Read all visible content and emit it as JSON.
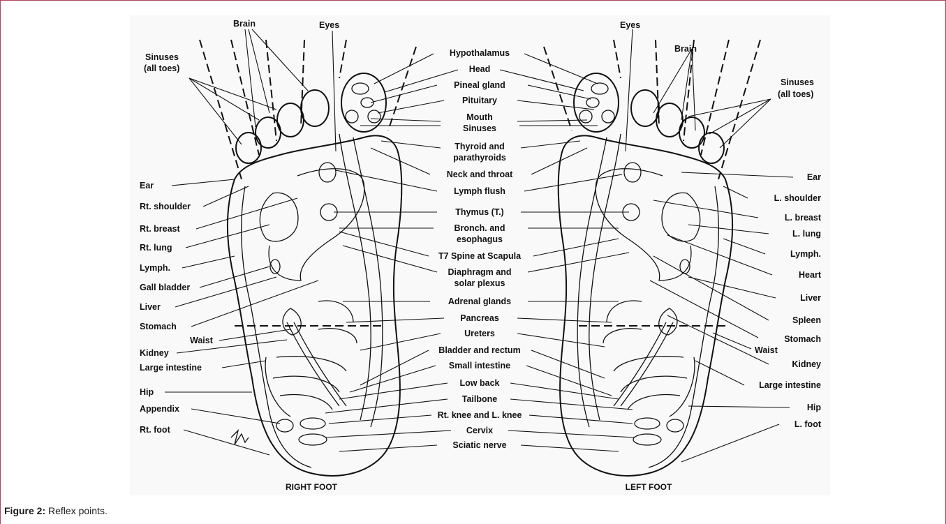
{
  "figure": {
    "caption_prefix": "Figure 2:",
    "caption_text": " Reflex points.",
    "foot_titles": {
      "right": "RIGHT FOOT",
      "left": "LEFT FOOT"
    },
    "labels": [
      {
        "id": "brain-r",
        "text": "Brain"
      },
      {
        "id": "eyes-r",
        "text": "Eyes"
      },
      {
        "id": "sinuses-r",
        "text": "Sinuses"
      },
      {
        "id": "alltoes-r",
        "text": "(all toes)"
      },
      {
        "id": "ear-r",
        "text": "Ear"
      },
      {
        "id": "rt-shoulder",
        "text": "Rt. shoulder"
      },
      {
        "id": "rt-breast",
        "text": "Rt. breast"
      },
      {
        "id": "rt-lung",
        "text": "Rt. lung"
      },
      {
        "id": "lymph-r",
        "text": "Lymph."
      },
      {
        "id": "gall-bladder",
        "text": "Gall bladder"
      },
      {
        "id": "liver-r",
        "text": "Liver"
      },
      {
        "id": "stomach-r",
        "text": "Stomach"
      },
      {
        "id": "waist-r",
        "text": "Waist"
      },
      {
        "id": "kidney-r",
        "text": "Kidney"
      },
      {
        "id": "large-int-r",
        "text": "Large intestine"
      },
      {
        "id": "hip-r",
        "text": "Hip"
      },
      {
        "id": "appendix",
        "text": "Appendix"
      },
      {
        "id": "rt-foot",
        "text": "Rt. foot"
      },
      {
        "id": "hypothalamus",
        "text": "Hypothalamus"
      },
      {
        "id": "head",
        "text": "Head"
      },
      {
        "id": "pineal",
        "text": "Pineal gland"
      },
      {
        "id": "pituitary",
        "text": "Pituitary"
      },
      {
        "id": "mouth",
        "text": "Mouth"
      },
      {
        "id": "sinuses-c",
        "text": "Sinuses"
      },
      {
        "id": "thyroid",
        "text": "Thyroid and"
      },
      {
        "id": "parathyroids",
        "text": "parathyroids"
      },
      {
        "id": "neck",
        "text": "Neck and throat"
      },
      {
        "id": "lymph-flush",
        "text": "Lymph flush"
      },
      {
        "id": "thymus",
        "text": "Thymus (T.)"
      },
      {
        "id": "bronch",
        "text": "Bronch. and"
      },
      {
        "id": "esophagus",
        "text": "esophagus"
      },
      {
        "id": "t7",
        "text": "T7 Spine at Scapula"
      },
      {
        "id": "diaphragm",
        "text": "Diaphragm and"
      },
      {
        "id": "solar",
        "text": "solar plexus"
      },
      {
        "id": "adrenal",
        "text": "Adrenal glands"
      },
      {
        "id": "pancreas",
        "text": "Pancreas"
      },
      {
        "id": "ureters",
        "text": "Ureters"
      },
      {
        "id": "bladder",
        "text": "Bladder and rectum"
      },
      {
        "id": "small-int",
        "text": "Small intestine"
      },
      {
        "id": "low-back",
        "text": "Low back"
      },
      {
        "id": "tailbone",
        "text": "Tailbone"
      },
      {
        "id": "knee",
        "text": "Rt. knee and L. knee"
      },
      {
        "id": "cervix",
        "text": "Cervix"
      },
      {
        "id": "sciatic",
        "text": "Sciatic nerve"
      },
      {
        "id": "eyes-l",
        "text": "Eyes"
      },
      {
        "id": "brain-l",
        "text": "Brain"
      },
      {
        "id": "sinuses-l",
        "text": "Sinuses"
      },
      {
        "id": "alltoes-l",
        "text": "(all toes)"
      },
      {
        "id": "ear-l",
        "text": "Ear"
      },
      {
        "id": "l-shoulder",
        "text": "L. shoulder"
      },
      {
        "id": "l-breast",
        "text": "L. breast"
      },
      {
        "id": "l-lung",
        "text": "L. lung"
      },
      {
        "id": "lymph-l",
        "text": "Lymph."
      },
      {
        "id": "heart",
        "text": "Heart"
      },
      {
        "id": "liver-l",
        "text": "Liver"
      },
      {
        "id": "spleen",
        "text": "Spleen"
      },
      {
        "id": "stomach-l",
        "text": "Stomach"
      },
      {
        "id": "waist-l",
        "text": "Waist"
      },
      {
        "id": "kidney-l",
        "text": "Kidney"
      },
      {
        "id": "large-int-l",
        "text": "Large intestine"
      },
      {
        "id": "hip-l",
        "text": "Hip"
      },
      {
        "id": "l-foot",
        "text": "L. foot"
      }
    ]
  }
}
